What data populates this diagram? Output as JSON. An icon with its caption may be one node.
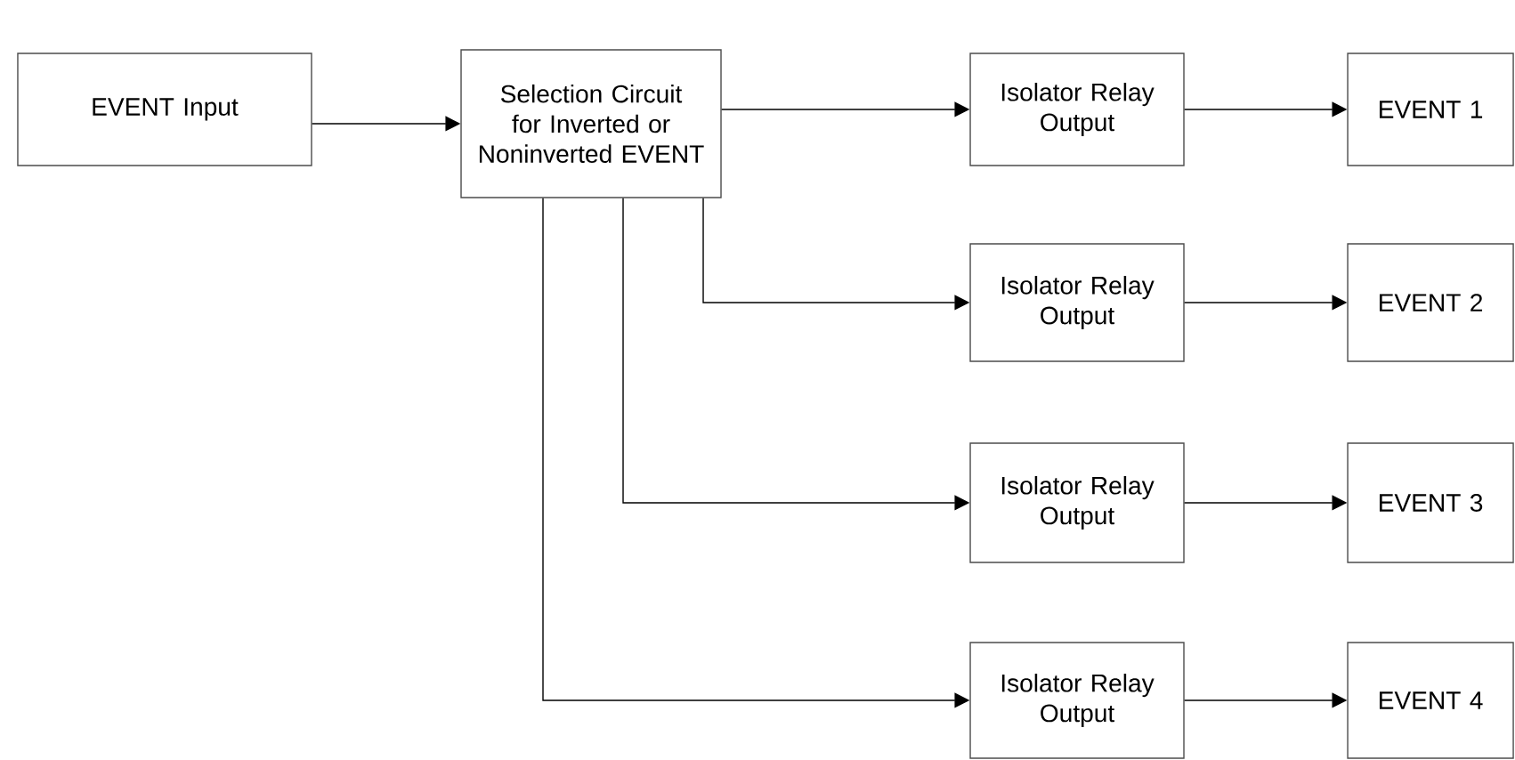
{
  "diagram": {
    "nodes": [
      {
        "text": [
          "EVENT Input"
        ]
      },
      {
        "text": [
          "Selection Circuit for Inverted or Noninverted EVENT"
        ]
      },
      {
        "text": [
          "Isolator Relay Output"
        ]
      },
      {
        "text": [
          "EVENT 1"
        ]
      },
      {
        "text": [
          "Isolator Relay Output"
        ]
      },
      {
        "text": [
          "EVENT 2"
        ]
      },
      {
        "text": [
          "Isolator Relay Output"
        ]
      },
      {
        "text": [
          "EVENT 3"
        ]
      },
      {
        "text": [
          "Isolator Relay Output"
        ]
      },
      {
        "text": [
          "EVENT 4"
        ]
      }
    ],
    "edges": [
      {
        "from": 0,
        "to": 1,
        "arrow": "to"
      },
      {
        "from": 1,
        "to": 2,
        "arrow": "to"
      },
      {
        "from": 2,
        "to": 3,
        "arrow": "to"
      },
      {
        "from": 1,
        "to": 4,
        "arrow": "to"
      },
      {
        "from": 4,
        "to": 5,
        "arrow": "to"
      },
      {
        "from": 1,
        "to": 6,
        "arrow": "to"
      },
      {
        "from": 6,
        "to": 7,
        "arrow": "to"
      },
      {
        "from": 1,
        "to": 8,
        "arrow": "to"
      },
      {
        "from": 8,
        "to": 9,
        "arrow": "to"
      }
    ]
  }
}
